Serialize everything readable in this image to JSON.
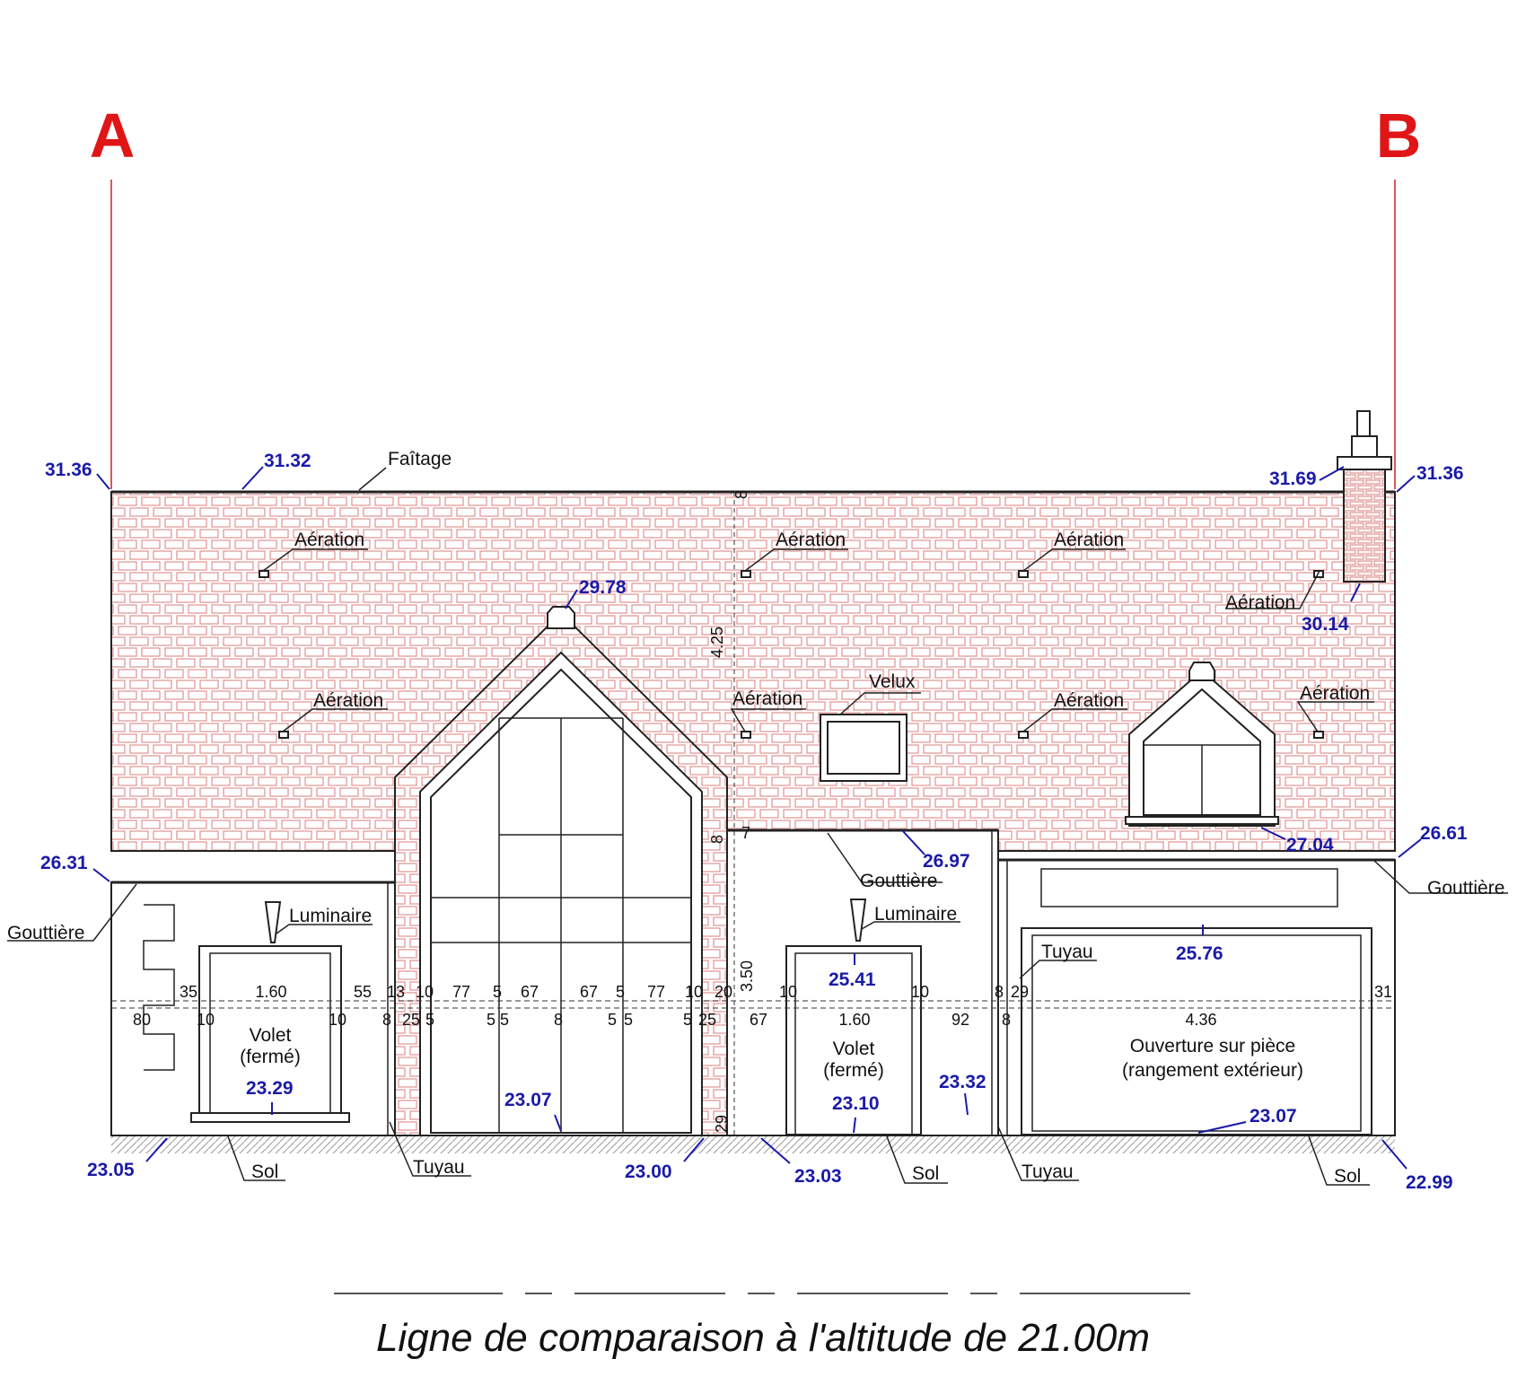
{
  "section": {
    "start": "A",
    "end": "B"
  },
  "elevations": {
    "top_left": "31.36",
    "ridge": "31.32",
    "chimney_base": "31.69",
    "top_right": "31.36",
    "gable_peak": "29.78",
    "chimney_vent": "30.14",
    "gutter_left": "26.31",
    "gutter_mid": "26.97",
    "dormer_sill": "27.04",
    "gutter_right": "26.61",
    "opening_top": "25.76",
    "door_top": "25.41",
    "left_door_sill": "23.29",
    "glazing_sill": "23.07",
    "right_door_sill": "23.10",
    "pipe_base": "23.32",
    "store_floor": "23.07",
    "ground_left": "23.05",
    "ground_gable": "23.00",
    "ground_mid": "23.03",
    "ground_right": "22.99"
  },
  "labels": {
    "ridge": "Faîtage",
    "vent": "Aération",
    "velux": "Velux",
    "gutter": "Gouttière",
    "light": "Luminaire",
    "pipe": "Tuyau",
    "ground": "Sol",
    "shutter_line1": "Volet",
    "shutter_line2": "(fermé)",
    "opening_line1": "Ouverture sur pièce",
    "opening_line2": "(rangement extérieur)"
  },
  "dimensions": {
    "ridge_offset": "8",
    "roof_height": "4.25",
    "eave_offset": "8",
    "eave_step": "7",
    "wall_height": "3.50",
    "plinth": "29",
    "upper_row": [
      "35",
      "1.60",
      "55",
      "13",
      "10",
      "77",
      "5",
      "67",
      "67",
      "5",
      "77",
      "10",
      "20",
      "10",
      "10",
      "8",
      "29",
      "31"
    ],
    "lower_row": [
      "80",
      "10",
      "10",
      "8",
      "25",
      "5",
      "5",
      "5",
      "8",
      "5",
      "5",
      "5",
      "25",
      "67",
      "1.60",
      "92",
      "8",
      "4.36"
    ]
  },
  "caption": "Ligne de comparaison à l'altitude de 21.00m"
}
